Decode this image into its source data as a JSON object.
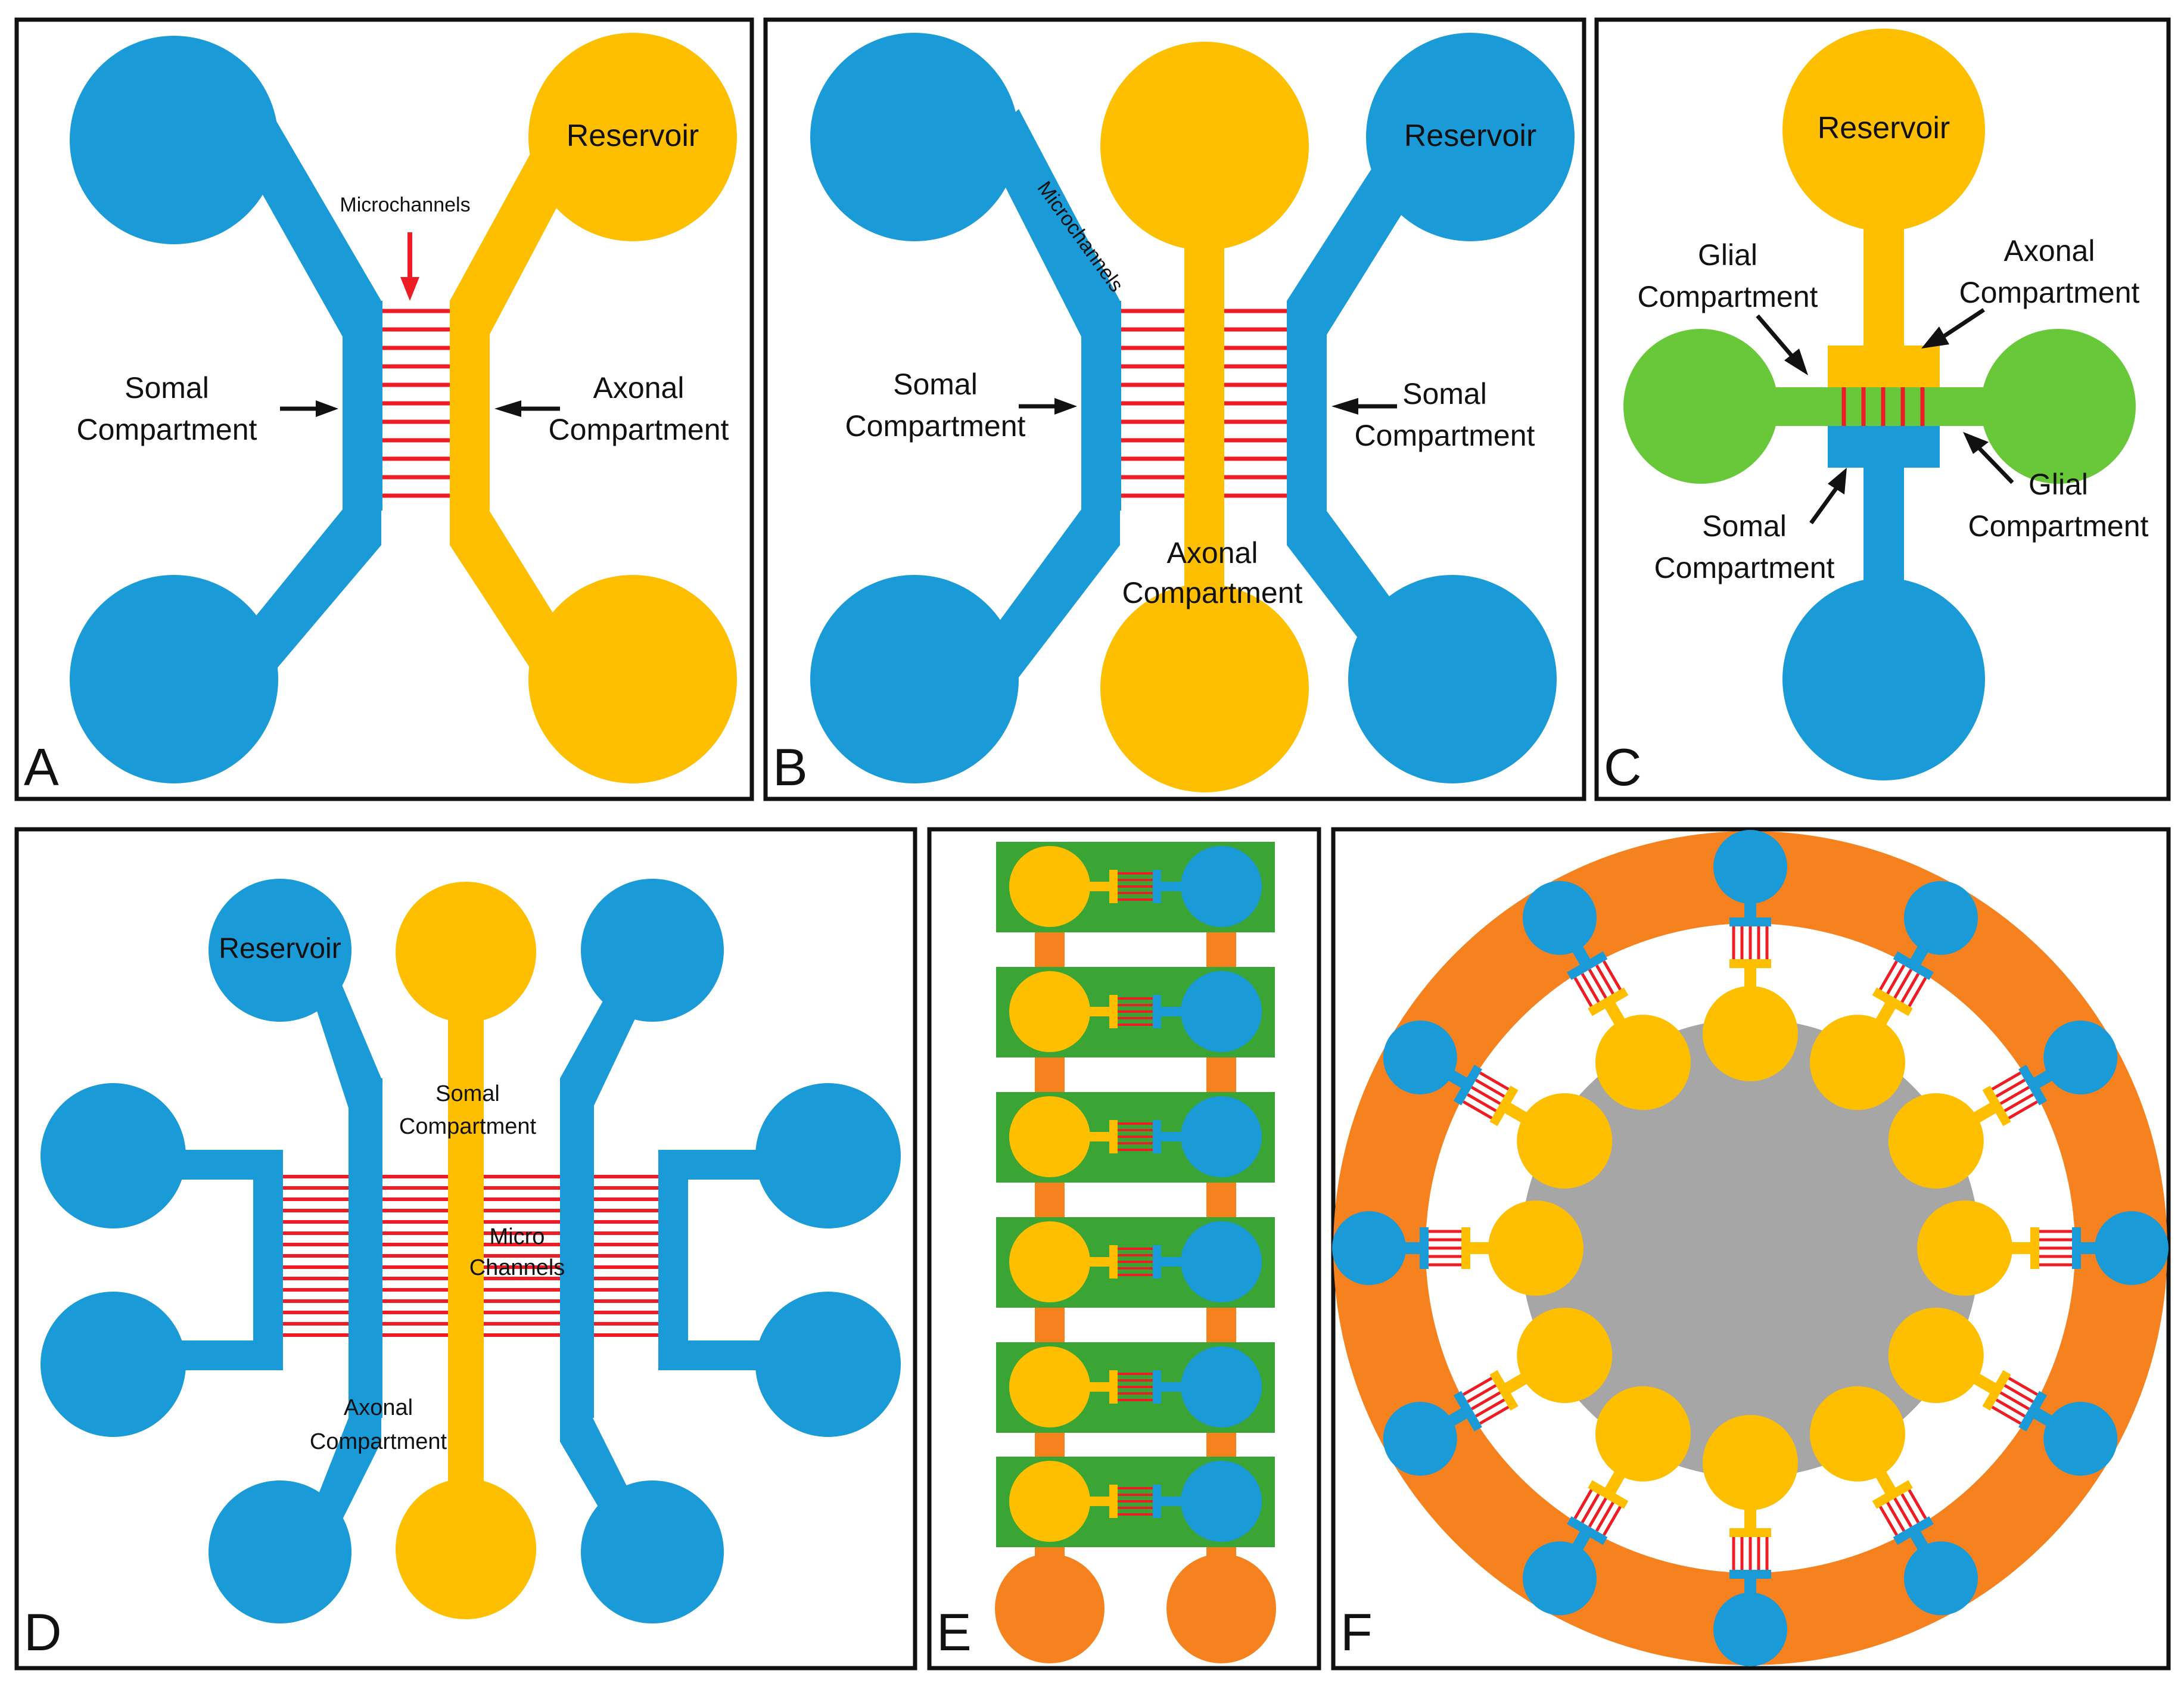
{
  "colors": {
    "blue": "#1a9ad7",
    "yellow": "#fdbf00",
    "green": "#68c83a",
    "orange": "#f5821f",
    "gray": "#a6a6a6",
    "red": "#ee1c24",
    "darkgreen": "#3aa535"
  },
  "panels": {
    "a": {
      "letter": "A",
      "reservoir": "Reservoir",
      "microchannels": "Microchannels",
      "somal_1": "Somal",
      "somal_2": "Compartment",
      "axonal_1": "Axonal",
      "axonal_2": "Compartment"
    },
    "b": {
      "letter": "B",
      "reservoir": "Reservoir",
      "microchannels": "Microchannels",
      "somal_left_1": "Somal",
      "somal_left_2": "Compartment",
      "somal_right_1": "Somal",
      "somal_right_2": "Compartment",
      "axonal_1": "Axonal",
      "axonal_2": "Compartment"
    },
    "c": {
      "letter": "C",
      "reservoir": "Reservoir",
      "glial_left_1": "Glial",
      "glial_left_2": "Compartment",
      "axonal_1": "Axonal",
      "axonal_2": "Compartment",
      "glial_right_1": "Glial",
      "glial_right_2": "Compartment",
      "somal_1": "Somal",
      "somal_2": "Compartment"
    },
    "d": {
      "letter": "D",
      "reservoir": "Reservoir",
      "somal_1": "Somal",
      "somal_2": "Compartment",
      "micro_1": "Micro",
      "micro_2": "Channels",
      "axonal_1": "Axonal",
      "axonal_2": "Compartment"
    },
    "e": {
      "letter": "E"
    },
    "f": {
      "letter": "F"
    }
  }
}
